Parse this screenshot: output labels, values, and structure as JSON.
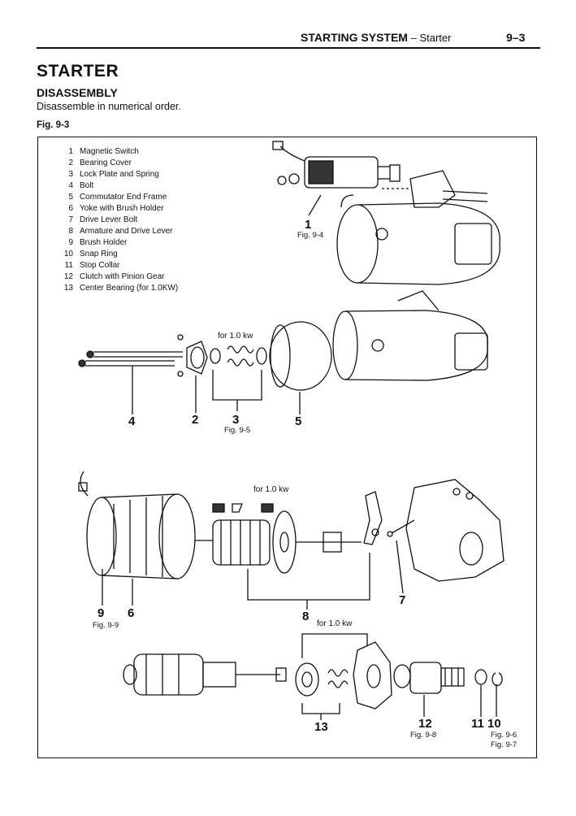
{
  "header": {
    "section": "STARTING SYSTEM",
    "separator": " – ",
    "subsection": "Starter",
    "page": "9–3"
  },
  "title": "STARTER",
  "subtitle": "DISASSEMBLY",
  "intro": "Disassemble in numerical order.",
  "figure_label": "Fig. 9-3",
  "parts": [
    {
      "num": "1",
      "name": "Magnetic Switch"
    },
    {
      "num": "2",
      "name": "Bearing Cover"
    },
    {
      "num": "3",
      "name": "Lock Plate and Spring"
    },
    {
      "num": "4",
      "name": "Bolt"
    },
    {
      "num": "5",
      "name": "Commutator End Frame"
    },
    {
      "num": "6",
      "name": "Yoke with Brush Holder"
    },
    {
      "num": "7",
      "name": "Drive Lever Bolt"
    },
    {
      "num": "8",
      "name": "Armature and Drive Lever"
    },
    {
      "num": "9",
      "name": "Brush Holder"
    },
    {
      "num": "10",
      "name": "Snap Ring"
    },
    {
      "num": "11",
      "name": "Stop Collar"
    },
    {
      "num": "12",
      "name": "Clutch with Pinion Gear"
    },
    {
      "num": "13",
      "name": "Center Bearing (for 1.0KW)"
    }
  ],
  "callouts": {
    "c1": "1",
    "c2": "2",
    "c3": "3",
    "c4": "4",
    "c5": "5",
    "c6": "6",
    "c7": "7",
    "c8": "8",
    "c9": "9",
    "c10": "10",
    "c11": "11",
    "c12": "12",
    "c13": "13"
  },
  "fig_refs": {
    "f1": "Fig. 9-4",
    "f3": "Fig. 9-5",
    "f9": "Fig. 9-9",
    "f12": "Fig. 9-8",
    "f10a": "Fig. 9-6",
    "f10b": "Fig. 9-7"
  },
  "notes": {
    "n1": "for 1.0 kw",
    "n2": "for 1.0 kw",
    "n3": "for 1.0 kw"
  }
}
